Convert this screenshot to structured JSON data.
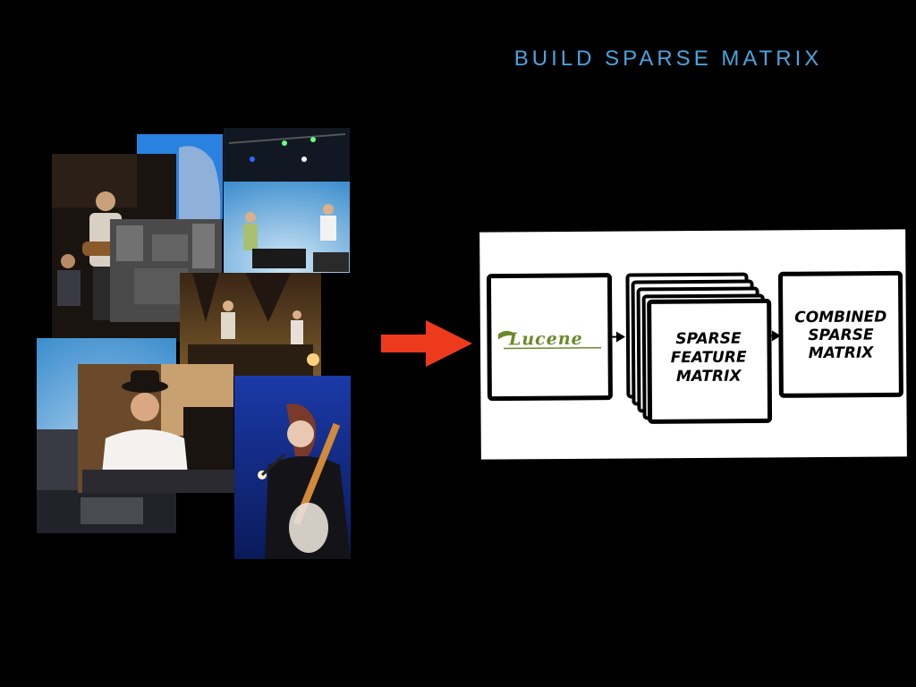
{
  "slide": {
    "title": "BUILD SPARSE MATRIX"
  },
  "collage": {
    "description_icon": "concert-photo-collage"
  },
  "diagram": {
    "logo": "Lucene",
    "logo_color": "#6a8a2a",
    "stack_label_lines": [
      "SPARSE",
      "FEATURE",
      "MATRIX"
    ],
    "combined_label_lines": [
      "COMBINED",
      "SPARSE",
      "MATRIX"
    ],
    "arrow_color": "#ee3a1c"
  }
}
